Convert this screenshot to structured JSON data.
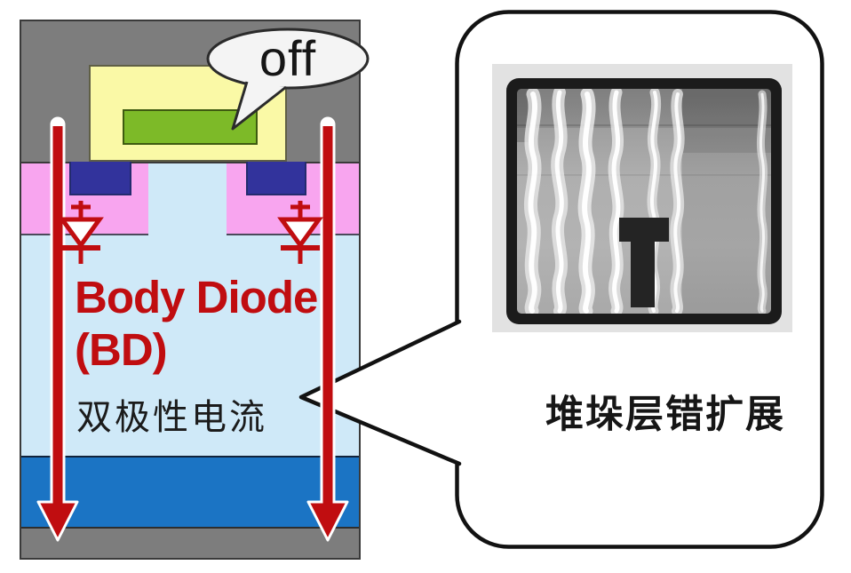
{
  "colors": {
    "metal-gray": "#7D7D7D",
    "oxide-yellow": "#FAF9A6",
    "gate-green": "#7DBA28",
    "pwell-pink": "#F8A5EF",
    "nplus-blue": "#32339C",
    "drift-lightblue": "#CFE9F8",
    "substrate-blue": "#1B74C4",
    "current-red": "#C00D10",
    "outline-dark": "#3A3A3A",
    "bubble-fill": "#F4F4F4",
    "callout-border": "#121212"
  },
  "left_diagram": {
    "off_label": "off",
    "body_diode_line1": "Body Diode",
    "body_diode_line2": "(BD)",
    "bipolar_current_label": "双极性电流"
  },
  "right_callout": {
    "caption": "堆垛层错扩展"
  }
}
